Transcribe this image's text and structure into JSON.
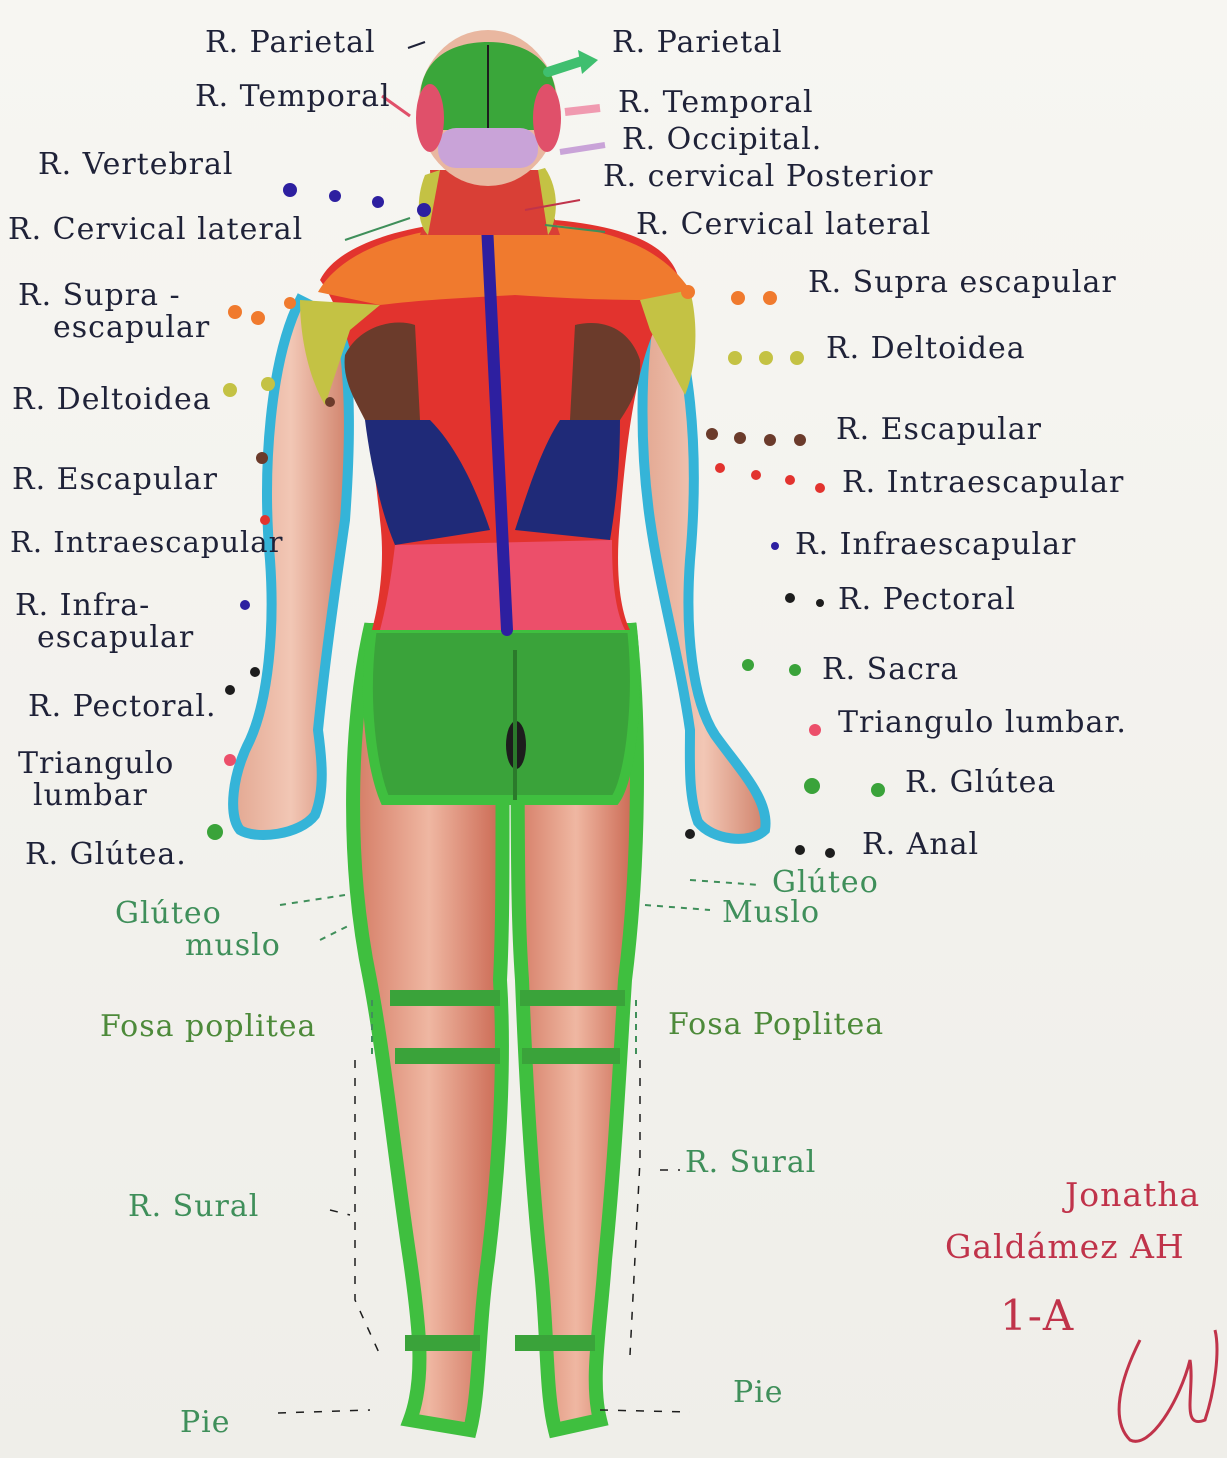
{
  "left_labels": {
    "parietal": "R. Parietal",
    "temporal": "R. Temporal",
    "vertebral": "R. Vertebral",
    "cervical_lateral": "R. Cervical lateral",
    "supraescapular_1": "R. Supra -",
    "supraescapular_2": "escapular",
    "deltoidea": "R. Deltoidea",
    "escapular": "R. Escapular",
    "intraescapular": "R. Intraescapular",
    "infraescapular_1": "R. Infra-",
    "infraescapular_2": "escapular",
    "pectoral": "R. Pectoral.",
    "triangulo_1": "Triangulo",
    "triangulo_2": "lumbar",
    "glutea": "R. Glútea.",
    "gluteo_muslo_1": "Glúteo",
    "gluteo_muslo_2": "muslo",
    "fosa_poplitea": "Fosa poplitea",
    "sural": "R. Sural",
    "pie": "Pie"
  },
  "right_labels": {
    "parietal": "R. Parietal",
    "temporal": "R. Temporal",
    "occipital": "R. Occipital.",
    "cervical_posterior": "R. cervical Posterior",
    "cervical_lateral": "R. Cervical lateral",
    "supraescapular": "R. Supra escapular",
    "deltoidea": "R. Deltoidea",
    "escapular": "R. Escapular",
    "intraescapular": "R. Intraescapular",
    "infraescapular": "R. Infraescapular",
    "pectoral": "R. Pectoral",
    "sacra": "R. Sacra",
    "triangulo": "Triangulo lumbar.",
    "glutea": "R. Glútea",
    "anal": "R. Anal",
    "gluteo": "Glúteo",
    "muslo": "Muslo",
    "fosa_poplitea": "Fosa Poplitea",
    "sural": "R. Sural",
    "pie": "Pie"
  },
  "author": {
    "name_1": "Jonatha",
    "name_2": "Galdámez AH",
    "group": "1-A"
  },
  "colors": {
    "outline_body": "#3fbf3f",
    "outline_arms": "#35b4d8",
    "head": "#3aa63a",
    "occipital": "#c9a3d8",
    "temporal": "#e0506a",
    "neck": "#d93f36",
    "shoulders": "#f07a2e",
    "deltoid": "#c4c244",
    "scapular": "#6b3b2b",
    "upper_back": "#e2332e",
    "infrascapular": "#1f2a78",
    "lumbar": "#ec4f6a",
    "spine": "#2d1fa0",
    "gluteal": "#3aa33a",
    "skin": "#e9b7a0",
    "muscle": "#cc6f55",
    "ink": "#1f2238"
  }
}
